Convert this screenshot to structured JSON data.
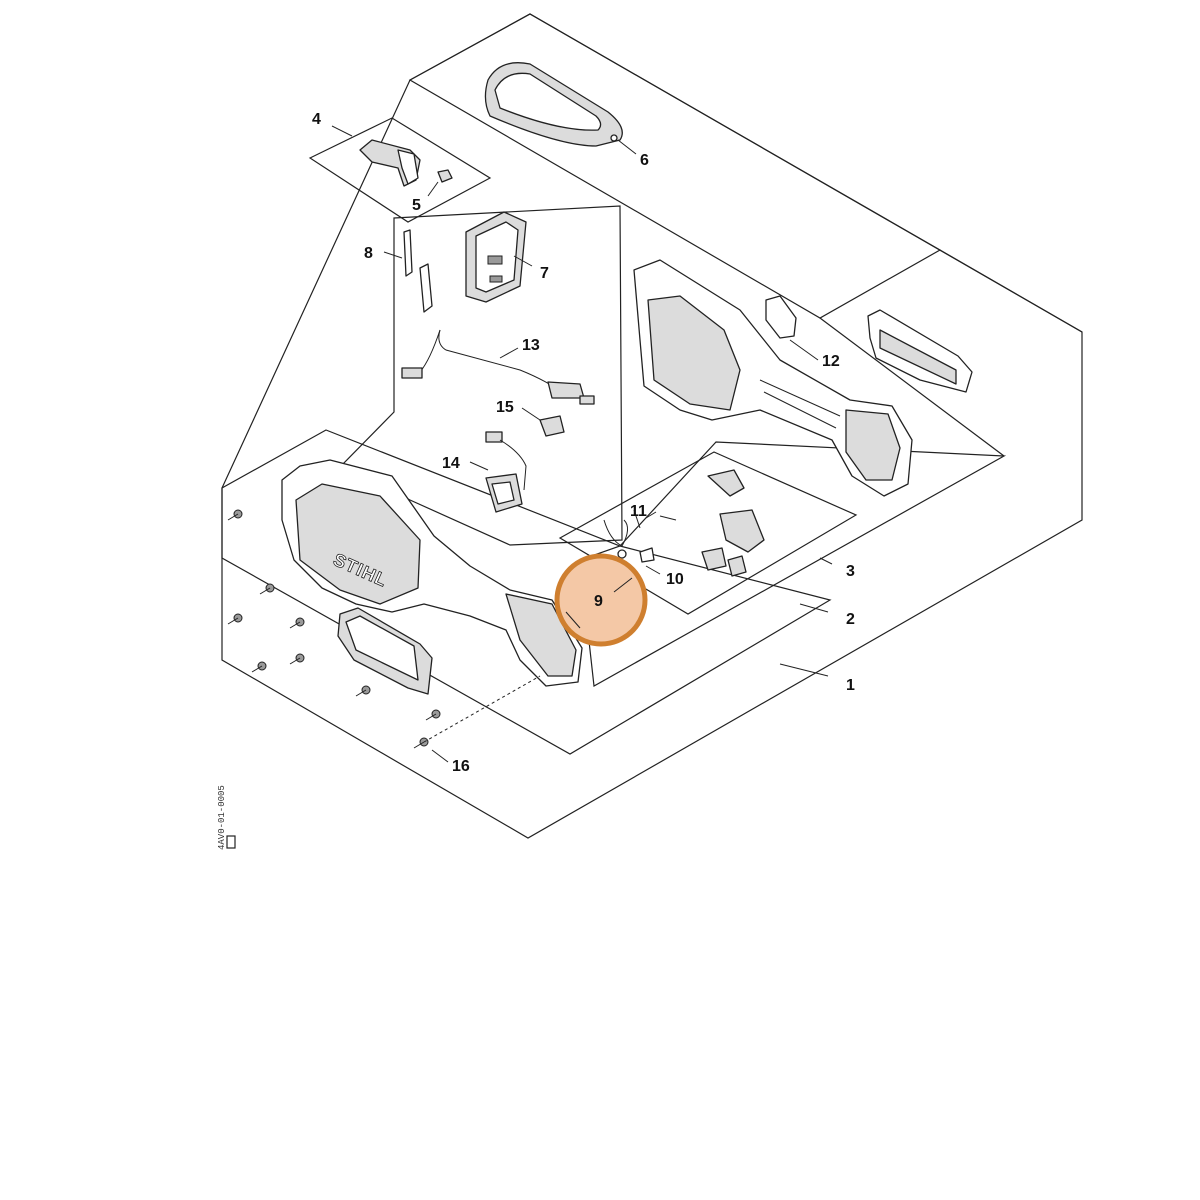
{
  "callouts": [
    "1",
    "2",
    "3",
    "4",
    "5",
    "6",
    "7",
    "8",
    "9",
    "10",
    "11",
    "12",
    "13",
    "14",
    "15",
    "16"
  ],
  "highlight": {
    "label": "9",
    "color": "#f4c8a6",
    "ring": "#cf7f2f"
  },
  "logo": "STIHL",
  "drawing_code": "4AV0-01-0005"
}
